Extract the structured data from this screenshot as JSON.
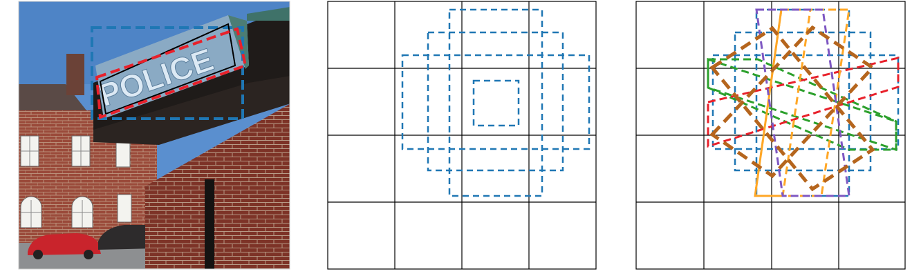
{
  "photo": {
    "sign_text": "POLICE",
    "colors": {
      "sky": "#4f86c9",
      "sign": "#8fb0c9",
      "brick": "#8b3c2e",
      "blue_box": "#1f77b4",
      "red_box": "#e8212b",
      "gt_box": "#000000"
    }
  },
  "grid": {
    "rows": 4,
    "cols": 4,
    "line_color": "#000000"
  },
  "anchor_colors": {
    "blue": "#1f77b4",
    "red": "#e8212b",
    "green": "#2ca02c",
    "orange": "#ffa726",
    "purple": "#7e57c2",
    "brown": "#b5651d"
  }
}
